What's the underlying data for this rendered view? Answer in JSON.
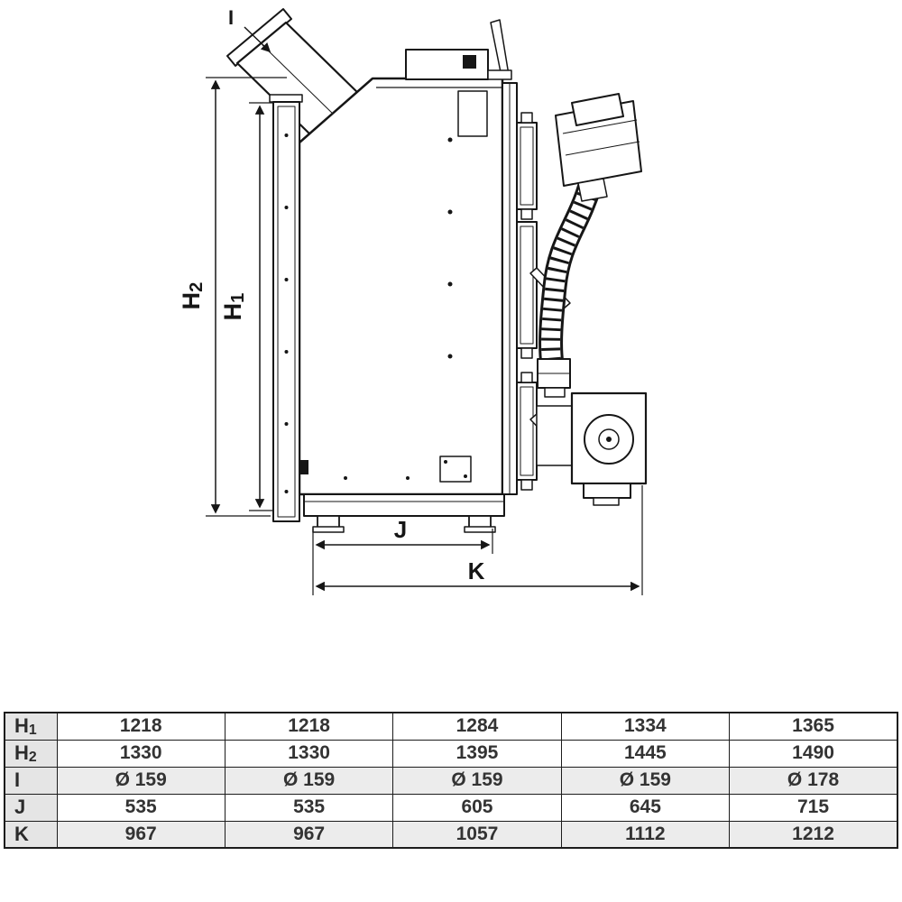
{
  "diagram": {
    "labels": {
      "h1_base": "H",
      "h1_sub": "1",
      "h2_base": "H",
      "h2_sub": "2",
      "i": "I",
      "j": "J",
      "k": "K"
    }
  },
  "table": {
    "rows": [
      {
        "label_base": "H",
        "label_sub": "1",
        "values": [
          "1218",
          "1218",
          "1284",
          "1334",
          "1365"
        ]
      },
      {
        "label_base": "H",
        "label_sub": "2",
        "values": [
          "1330",
          "1330",
          "1395",
          "1445",
          "1490"
        ]
      },
      {
        "label_base": "I",
        "label_sub": "",
        "values": [
          "Ø 159",
          "Ø 159",
          "Ø 159",
          "Ø 159",
          "Ø 178"
        ]
      },
      {
        "label_base": "J",
        "label_sub": "",
        "values": [
          "535",
          "535",
          "605",
          "645",
          "715"
        ]
      },
      {
        "label_base": "K",
        "label_sub": "",
        "values": [
          "967",
          "967",
          "1057",
          "1112",
          "1212"
        ]
      }
    ]
  }
}
